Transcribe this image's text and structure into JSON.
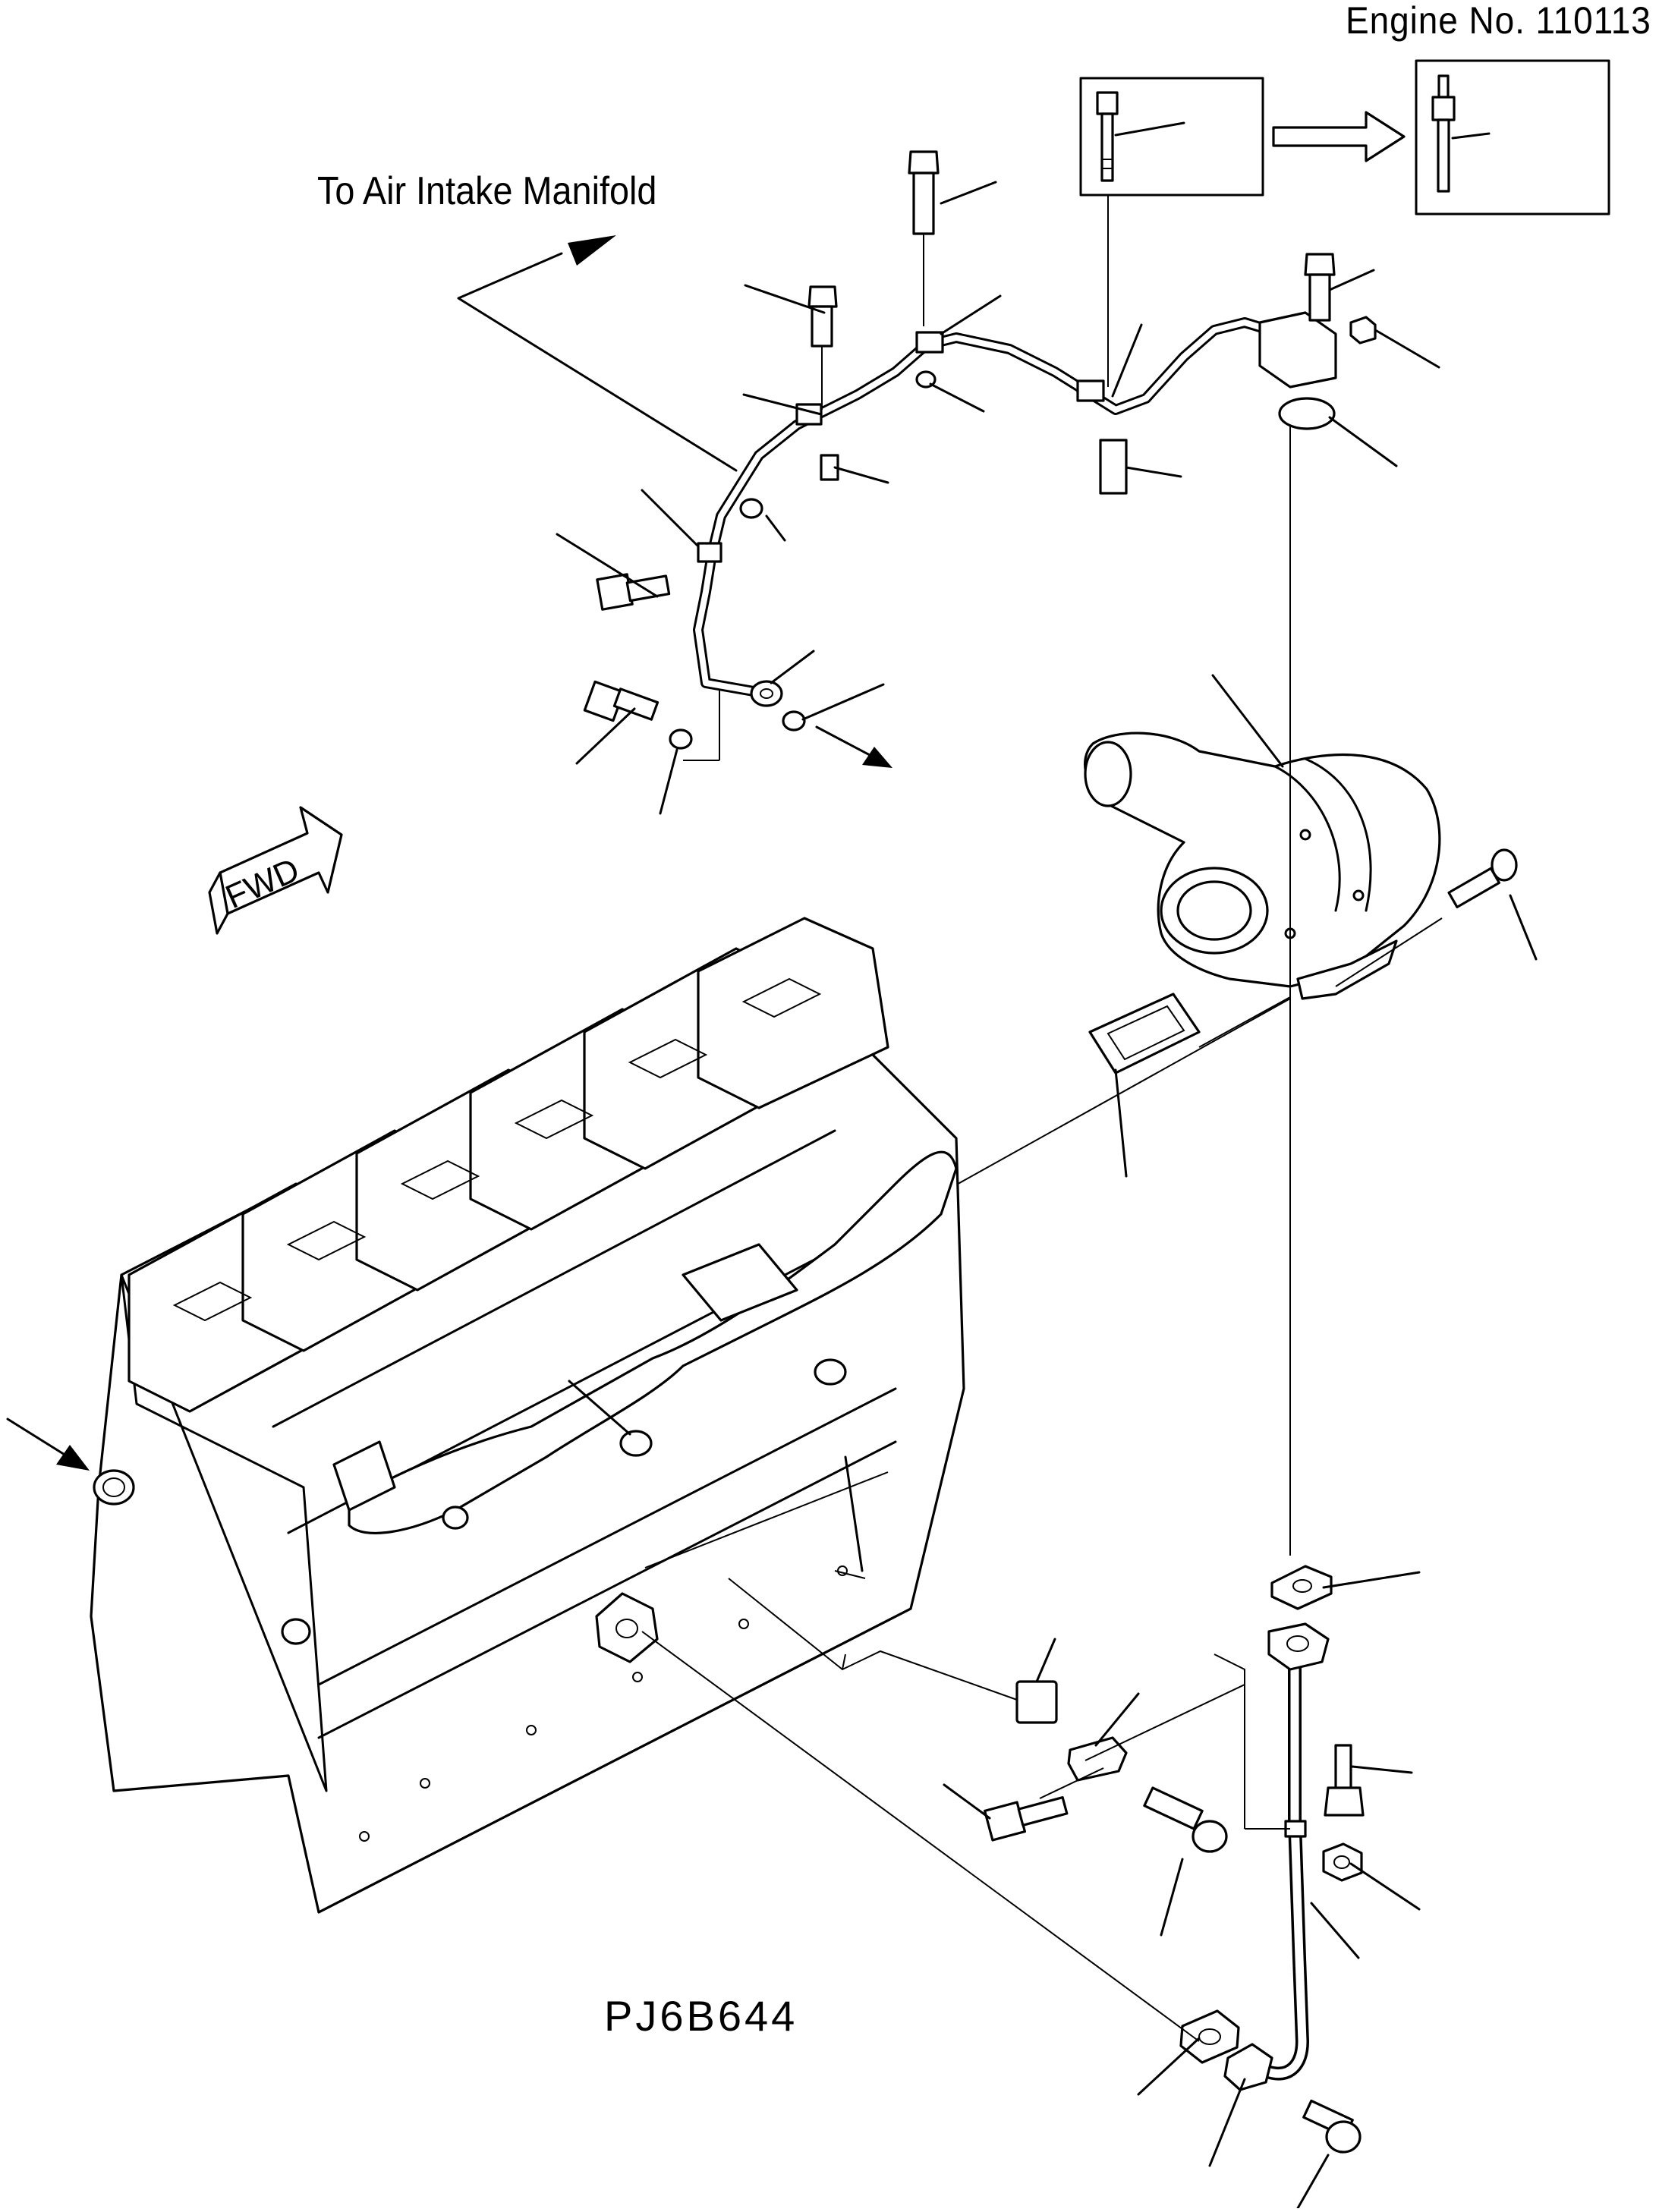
{
  "header": {
    "engine_number": "Engine No. 110113"
  },
  "annotations": {
    "direction_label": "To Air Intake Manifold",
    "forward_marker": "FWD"
  },
  "figure": {
    "code": "PJ6B644"
  },
  "colors": {
    "ink": "#000000",
    "paper": "#ffffff"
  }
}
